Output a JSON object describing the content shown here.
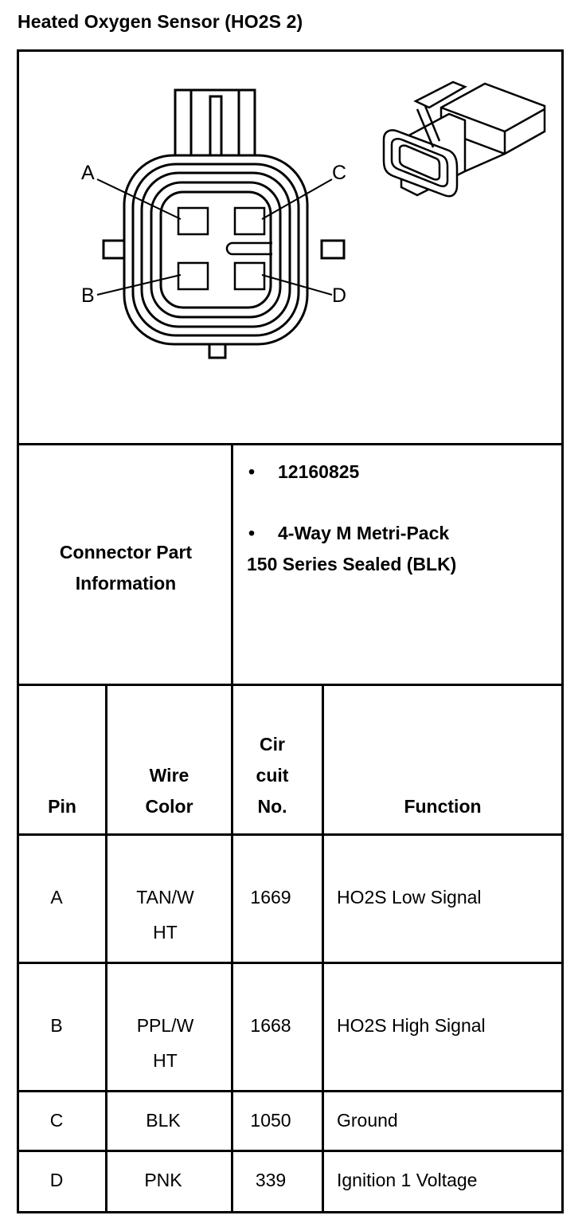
{
  "title": "Heated Oxygen Sensor (HO2S 2)",
  "diagram": {
    "pin_labels": [
      "A",
      "B",
      "C",
      "D"
    ]
  },
  "connector_info": {
    "label_line1": "Connector Part",
    "label_line2": "Information",
    "bullet": "•",
    "part_number": "12160825",
    "description_line1": "4-Way M Metri-Pack",
    "description_line2": "150 Series Sealed (BLK)"
  },
  "table": {
    "headers": {
      "pin": "Pin",
      "wire_color_line1": "Wire",
      "wire_color_line2": "Color",
      "circuit_line1": "Cir",
      "circuit_line2": "cuit",
      "circuit_line3": "No.",
      "function": "Function"
    },
    "rows": [
      {
        "pin": "A",
        "wire_line1": "TAN/W",
        "wire_line2": "HT",
        "circuit": "1669",
        "function": "HO2S Low Signal"
      },
      {
        "pin": "B",
        "wire_line1": "PPL/W",
        "wire_line2": "HT",
        "circuit": "1668",
        "function": "HO2S High Signal"
      },
      {
        "pin": "C",
        "wire_line1": "BLK",
        "wire_line2": "",
        "circuit": "1050",
        "function": "Ground"
      },
      {
        "pin": "D",
        "wire_line1": "PNK",
        "wire_line2": "",
        "circuit": "339",
        "function": "Ignition 1 Voltage"
      }
    ]
  }
}
